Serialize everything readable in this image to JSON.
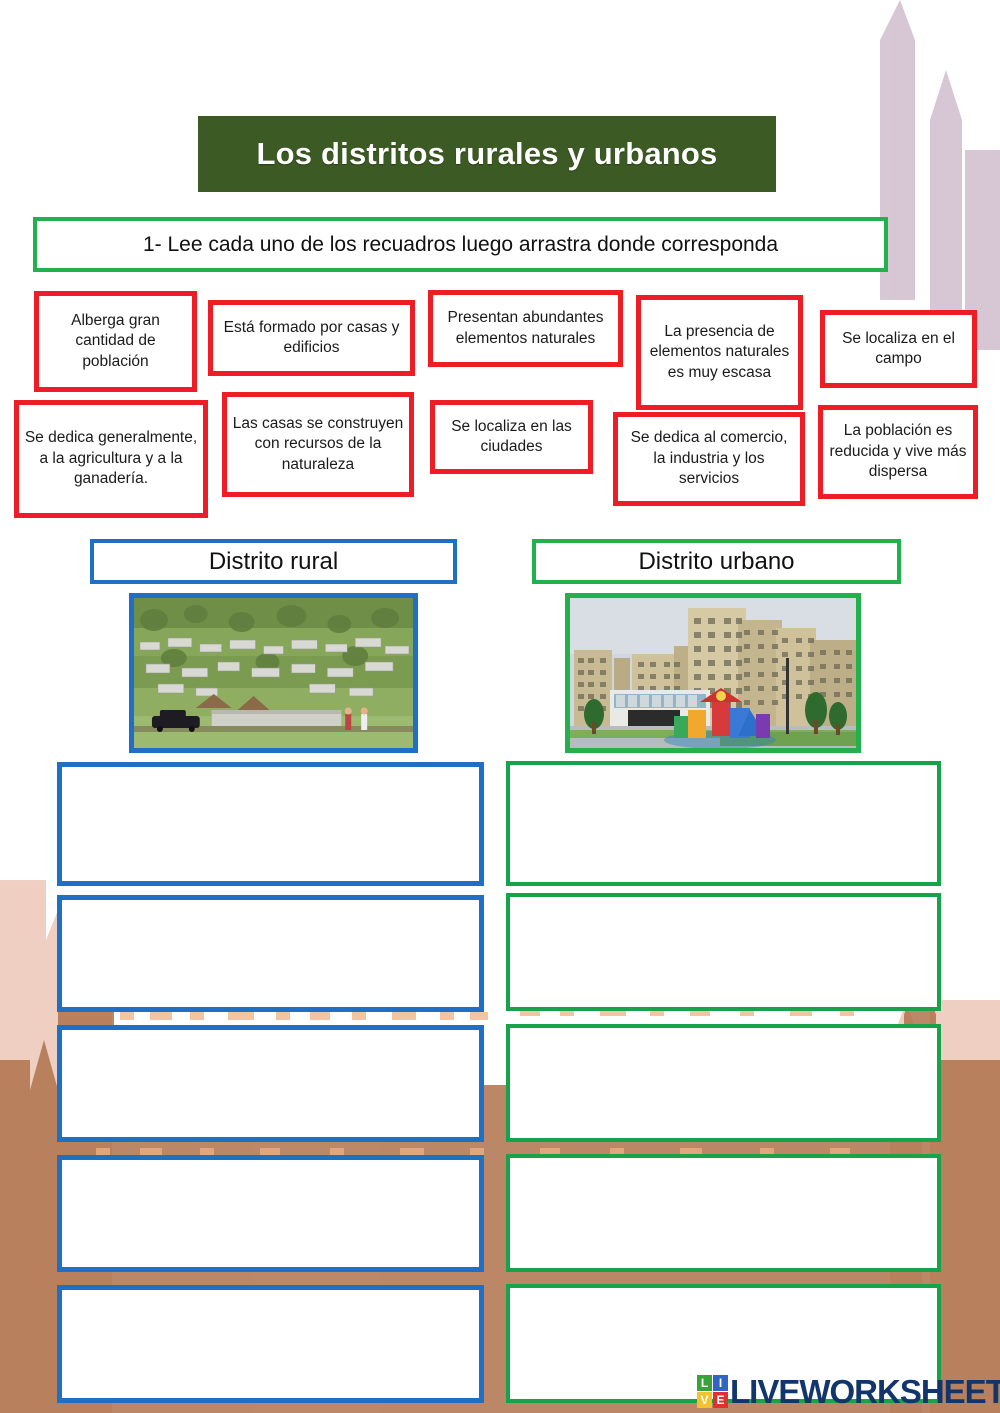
{
  "page": {
    "title": "Los distritos rurales y urbanos",
    "instruction": "1- Lee cada uno de los recuadros luego arrastra donde corresponda"
  },
  "colors": {
    "title_bg": "#3c5a23",
    "drag_border": "#ee1c25",
    "rural_border": "#1f6fc4",
    "urban_border": "#22b14c",
    "logo_text": "#12356b"
  },
  "drag_items": [
    {
      "text": "Alberga gran cantidad de población"
    },
    {
      "text": "Está formado por casas y edificios"
    },
    {
      "text": "Presentan abundantes elementos naturales"
    },
    {
      "text": "La presencia de elementos naturales es muy escasa"
    },
    {
      "text": "Se localiza en el campo"
    },
    {
      "text": "Se dedica generalmente, a la agricultura y a la ganadería."
    },
    {
      "text": "Las casas se construyen con recursos de la naturaleza"
    },
    {
      "text": "Se localiza en las ciudades"
    },
    {
      "text": "Se dedica al comercio, la industria y los servicios"
    },
    {
      "text": "La población es reducida y vive más dispersa"
    }
  ],
  "categories": [
    {
      "label": "Distrito rural",
      "accent": "#1f6fc4",
      "image_alt": "rural-village-photo"
    },
    {
      "label": "Distrito urbano",
      "accent": "#22b14c",
      "image_alt": "urban-apartment-blocks-photo"
    }
  ],
  "drop_zones": {
    "rural": [
      "",
      "",
      "",
      "",
      ""
    ],
    "urban": [
      "",
      "",
      "",
      "",
      ""
    ]
  },
  "logo": {
    "mark": [
      "L",
      "I",
      "V",
      "E"
    ],
    "text": "LIVEWORKSHEETS"
  }
}
